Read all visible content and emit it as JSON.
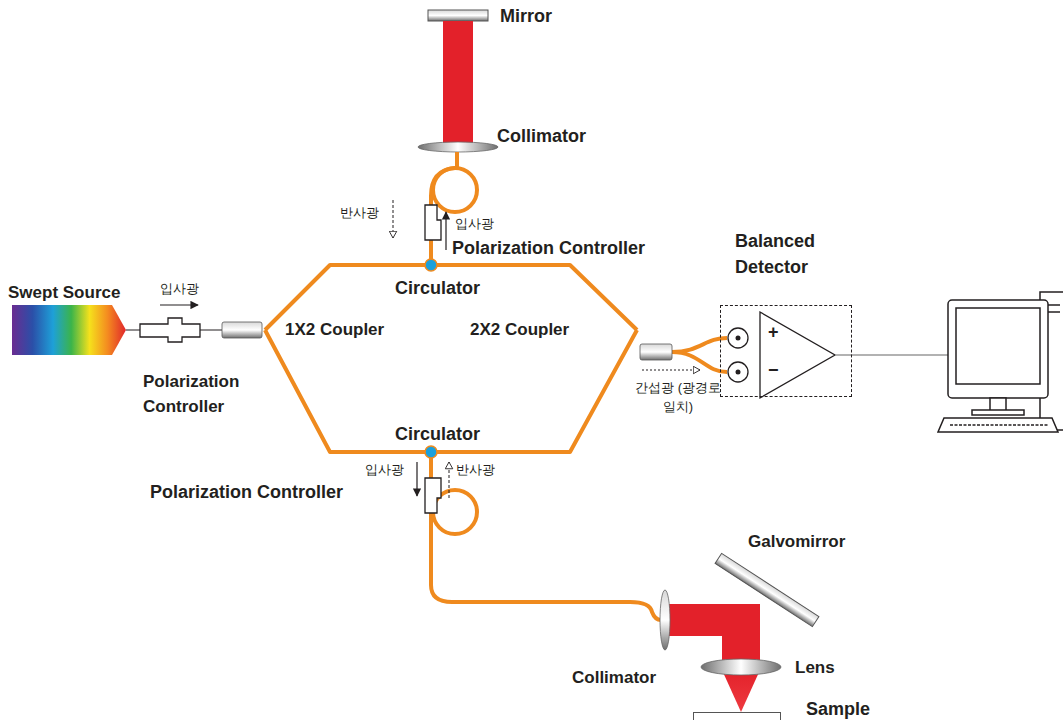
{
  "diagram": {
    "nodes": [
      {
        "text": [
          "Balanced Detector"
        ]
      },
      {
        "text": [
          "Sample"
        ]
      }
    ],
    "labels": [
      "Mirror",
      "Collimator",
      "반사광",
      "입사광",
      "Polarization Controller",
      "Circulator",
      "Swept Source",
      "입사광",
      "1X2 Coupler",
      "2X2 Coupler",
      "Polarization Controller",
      "Circulator",
      "간섭광 (광경로일치)",
      "입사광",
      "반사광",
      "Polarization Controller",
      "Galvomirror",
      "Collimator",
      "Lens",
      "+",
      "−"
    ]
  }
}
